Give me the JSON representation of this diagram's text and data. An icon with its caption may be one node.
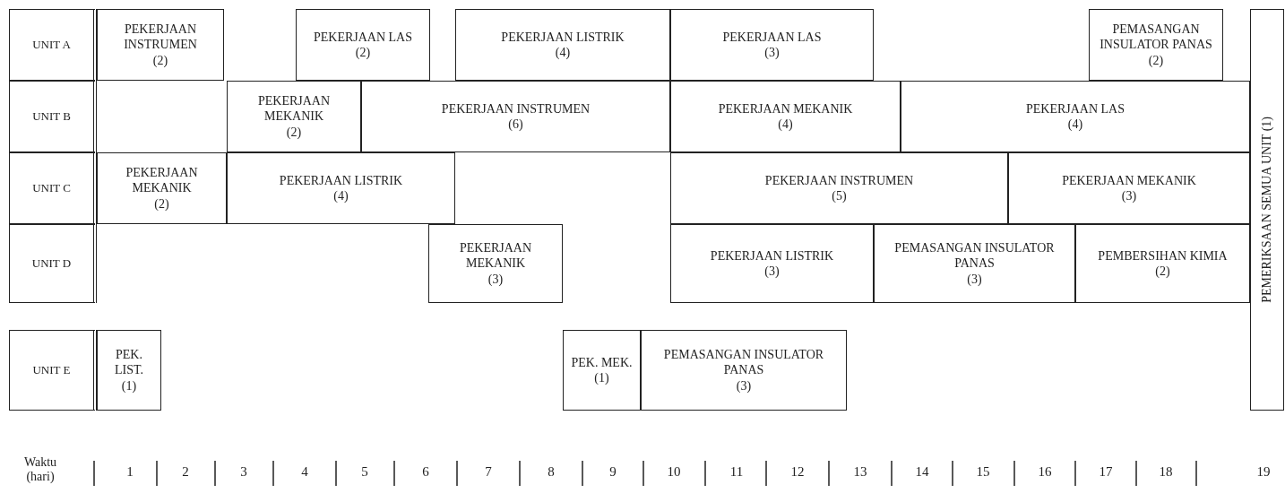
{
  "diagram": {
    "nodes": [
      {
        "text": [
          "UNIT A"
        ]
      },
      {
        "text": [
          "PEKERJAAN INSTRUMEN",
          "(2)"
        ]
      },
      {
        "text": [
          "PEKERJAAN LAS",
          "(2)"
        ]
      },
      {
        "text": [
          "PEKERJAAN LISTRIK",
          "(4)"
        ]
      },
      {
        "text": [
          "PEKERJAAN LAS",
          "(3)"
        ]
      },
      {
        "text": [
          "PEMASANGAN INSULATOR PANAS",
          "(2)"
        ]
      },
      {
        "text": [
          "PEMERIKSAAN SEMUA UNIT",
          "(1)"
        ]
      },
      {
        "text": [
          "UNIT B"
        ]
      },
      {
        "text": [
          "PEKERJAAN MEKANIK",
          "(2)"
        ]
      },
      {
        "text": [
          "PEKERJAAN INSTRUMEN",
          "(6)"
        ]
      },
      {
        "text": [
          "PEKERJAAN MEKANIK",
          "(4)"
        ]
      },
      {
        "text": [
          "PEKERJAAN LAS",
          "(4)"
        ]
      },
      {
        "text": [
          "UNIT C"
        ]
      },
      {
        "text": [
          "PEKERJAAN MEKANIK",
          "(2)"
        ]
      },
      {
        "text": [
          "PEKERJAAN LISTRIK",
          "(4)"
        ]
      },
      {
        "text": [
          "PEKERJAAN INSTRUMEN",
          "(5)"
        ]
      },
      {
        "text": [
          "PEKERJAAN MEKANIK",
          "(3)"
        ]
      },
      {
        "text": [
          "UNIT D"
        ]
      },
      {
        "text": [
          "PEKERJAAN MEKANIK",
          "(3)"
        ]
      },
      {
        "text": [
          "PEKERJAAN LISTRIK",
          "(3)"
        ]
      },
      {
        "text": [
          "PEMASANGAN INSULATOR PANAS",
          "(3)"
        ]
      },
      {
        "text": [
          "PEMBERSIHAN KIMIA",
          "(2)"
        ]
      },
      {
        "text": [
          "UNIT E"
        ]
      },
      {
        "text": [
          "PEK. LIST.",
          "(1)"
        ]
      },
      {
        "text": [
          "PEK. MEK.",
          "(1)"
        ]
      },
      {
        "text": [
          "PEMASANGAN INSULATOR PANAS",
          "(3)"
        ]
      }
    ],
    "labels": [
      "Waktu (hari)",
      "1",
      "2",
      "3",
      "4",
      "5",
      "6",
      "7",
      "8",
      "9",
      "10",
      "11",
      "12",
      "13",
      "14",
      "15",
      "16",
      "17",
      "18",
      "19"
    ]
  }
}
